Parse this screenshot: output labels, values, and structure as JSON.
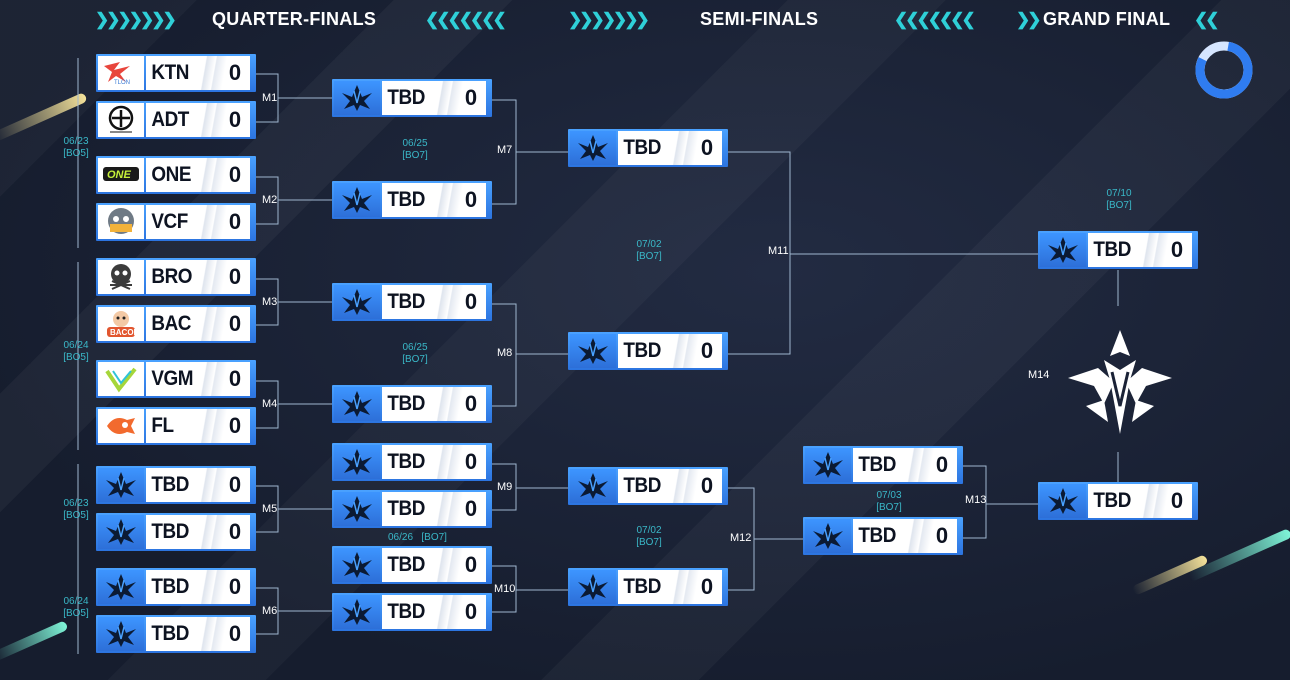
{
  "headers": {
    "quarter_finals": "QUARTER-FINALS",
    "semi_finals": "SEMI-FINALS",
    "grand_final": "GRAND FINAL"
  },
  "dates": {
    "d1": {
      "date": "06/23",
      "format": "[BO5]"
    },
    "d2": {
      "date": "06/24",
      "format": "[BO5]"
    },
    "d3": {
      "date": "06/23",
      "format": "[BO5]"
    },
    "d4": {
      "date": "06/24",
      "format": "[BO5]"
    },
    "d5": {
      "date": "06/25",
      "format": "[BO7]"
    },
    "d6": {
      "date": "06/25",
      "format": "[BO7]"
    },
    "d7": {
      "date": "06/26",
      "format": "[BO7]"
    },
    "d8": {
      "date": "07/02",
      "format": "[BO7]"
    },
    "d9": {
      "date": "07/02",
      "format": "[BO7]"
    },
    "d10": {
      "date": "07/03",
      "format": "[BO7]"
    },
    "d11": {
      "date": "07/10",
      "format": "[BO7]"
    }
  },
  "match_labels": {
    "m1": "M1",
    "m2": "M2",
    "m3": "M3",
    "m4": "M4",
    "m5": "M5",
    "m6": "M6",
    "m7": "M7",
    "m8": "M8",
    "m9": "M9",
    "m10": "M10",
    "m11": "M11",
    "m12": "M12",
    "m13": "M13",
    "m14": "M14"
  },
  "round1": [
    {
      "team": "KTN",
      "score": "0",
      "logo": "talon-logo"
    },
    {
      "team": "ADT",
      "score": "0",
      "logo": "adt-logo"
    },
    {
      "team": "ONE",
      "score": "0",
      "logo": "one-logo"
    },
    {
      "team": "VCF",
      "score": "0",
      "logo": "vcf-logo"
    },
    {
      "team": "BRO",
      "score": "0",
      "logo": "bro-logo"
    },
    {
      "team": "BAC",
      "score": "0",
      "logo": "bacon-logo"
    },
    {
      "team": "VGM",
      "score": "0",
      "logo": "vgm-logo"
    },
    {
      "team": "FL",
      "score": "0",
      "logo": "fl-logo"
    },
    {
      "team": "TBD",
      "score": "0",
      "logo": "league-icon"
    },
    {
      "team": "TBD",
      "score": "0",
      "logo": "league-icon"
    },
    {
      "team": "TBD",
      "score": "0",
      "logo": "league-icon"
    },
    {
      "team": "TBD",
      "score": "0",
      "logo": "league-icon"
    }
  ],
  "round2": [
    {
      "team": "TBD",
      "score": "0"
    },
    {
      "team": "TBD",
      "score": "0"
    },
    {
      "team": "TBD",
      "score": "0"
    },
    {
      "team": "TBD",
      "score": "0"
    },
    {
      "team": "TBD",
      "score": "0"
    },
    {
      "team": "TBD",
      "score": "0"
    },
    {
      "team": "TBD",
      "score": "0"
    },
    {
      "team": "TBD",
      "score": "0"
    }
  ],
  "round3": [
    {
      "team": "TBD",
      "score": "0"
    },
    {
      "team": "TBD",
      "score": "0"
    },
    {
      "team": "TBD",
      "score": "0"
    },
    {
      "team": "TBD",
      "score": "0"
    }
  ],
  "round4": [
    {
      "team": "TBD",
      "score": "0"
    },
    {
      "team": "TBD",
      "score": "0"
    }
  ],
  "finals": [
    {
      "team": "TBD",
      "score": "0"
    },
    {
      "team": "TBD",
      "score": "0"
    }
  ],
  "colors": {
    "card_blue": "#3b8cf5",
    "accent_cyan": "#2fd0d8",
    "line": "#9fb6cf"
  }
}
